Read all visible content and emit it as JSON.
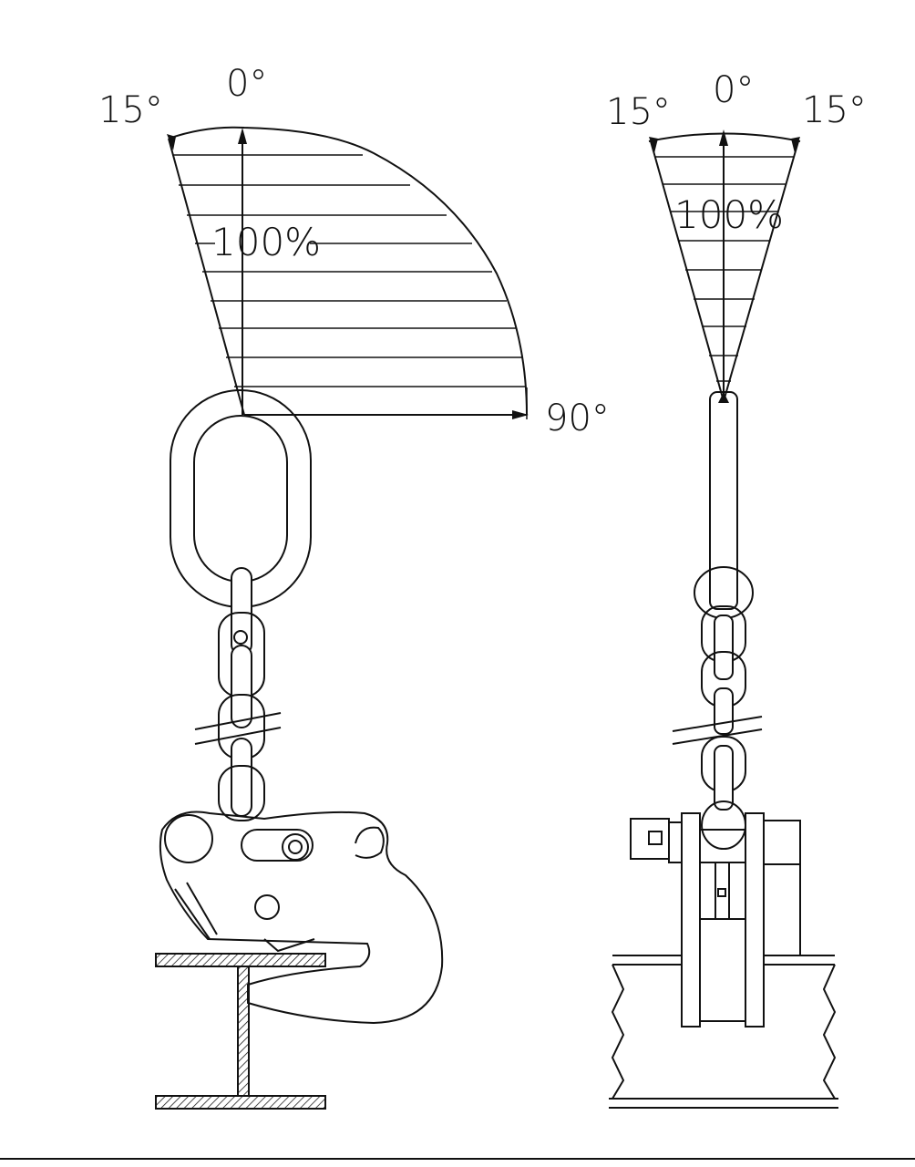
{
  "left_view": {
    "angle_left": "15°",
    "angle_center": "0°",
    "angle_right": "90°",
    "capacity": "100%"
  },
  "right_view": {
    "angle_left": "15°",
    "angle_center": "0°",
    "angle_right": "15°",
    "capacity": "100%"
  },
  "colors": {
    "line": "#111111",
    "background": "#ffffff"
  }
}
